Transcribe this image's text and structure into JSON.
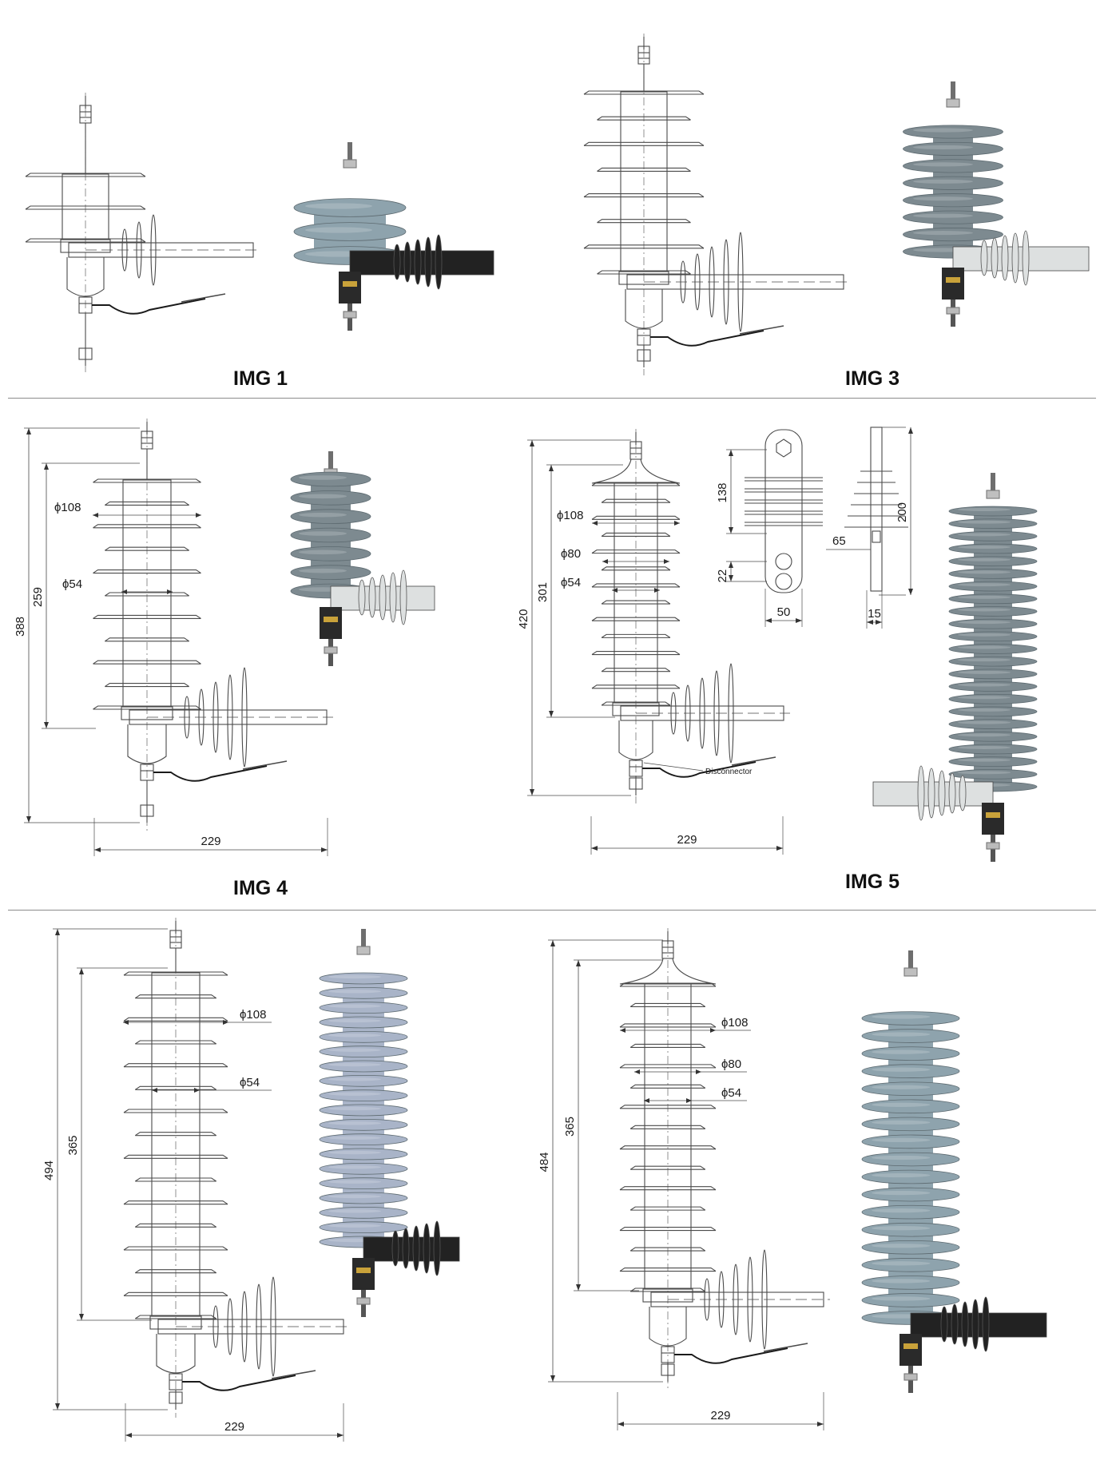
{
  "colors": {
    "line": "#4a4a4a",
    "separator": "#8c8c8c",
    "polymer_blue": "#8ea3ad",
    "polymer_gray": "#7d8a90",
    "polymer_light": "#a9b4c8",
    "bracket_black": "#222222",
    "bracket_white": "#dde0e0"
  },
  "captions": {
    "img1": "IMG 1",
    "img3": "IMG 3",
    "img4": "IMG 4",
    "img5": "IMG 5"
  },
  "img4_dims": {
    "d_outer": "ϕ108",
    "d_inner": "ϕ54",
    "height_total": "388",
    "height_body": "259",
    "width": "229"
  },
  "img5_dims": {
    "d_outer": "ϕ108",
    "d_mid": "ϕ80",
    "d_inner": "ϕ54",
    "height_total": "420",
    "height_body": "301",
    "width": "229",
    "label_disconnector": "Disconnector",
    "bracket_height": "138",
    "bracket_hole": "22",
    "bracket_width": "50",
    "side_height": "200",
    "side_offset": "65",
    "side_thickness": "15"
  },
  "img6_dims": {
    "d_outer": "ϕ108",
    "d_inner": "ϕ54",
    "height_total": "494",
    "height_body": "365",
    "width": "229"
  },
  "img7_dims": {
    "d_outer": "ϕ108",
    "d_mid": "ϕ80",
    "d_inner": "ϕ54",
    "height_total": "484",
    "height_body": "365",
    "width": "229"
  }
}
